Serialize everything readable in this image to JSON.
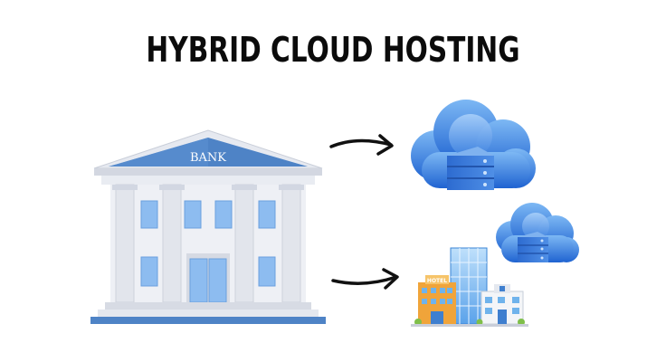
{
  "title": "HYBRID CLOUD HOSTING",
  "bank_sign": "BANK",
  "hotel_sign": "HOTEL",
  "colors": {
    "title": "#0b0b0b",
    "cloud_light": "#6aa9ef",
    "cloud_dark": "#1f63d1",
    "server": "#3b79d9",
    "bank_stone": "#dfe2ea",
    "bank_window": "#8dbcf0",
    "bank_sign_bg": "#4e83c6"
  },
  "icons": {
    "arrow_top": "arrow-right-icon",
    "arrow_bottom": "arrow-right-icon",
    "cloud_top": "cloud-server-icon",
    "cloud_bottom": "cloud-server-icon",
    "bank": "bank-building-icon",
    "city": "city-buildings-icon"
  }
}
